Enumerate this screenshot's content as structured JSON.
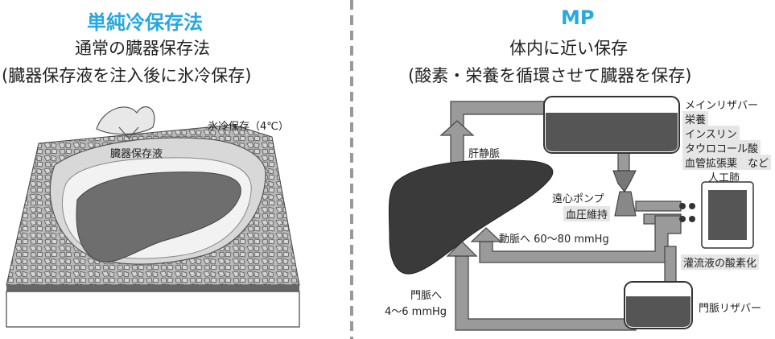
{
  "left_panel": {
    "title": "単純冷保存法",
    "subtitle1": "通常の臓器保存法",
    "subtitle2": "(臓器保存液を注入後に氷冷保存)",
    "ice_label": "氷冷保存（4℃）",
    "solution_label": "臓器保存液"
  },
  "right_panel": {
    "title": "MP",
    "subtitle1": "体内に近い保存",
    "subtitle2": "(酸素・栄養を循環させて臓器を保存)",
    "hepatic_vein": "肝静脈",
    "main_reservoir": "メインリザバー",
    "nutrients": [
      "栄養",
      "インスリン",
      "タウロコール酸",
      "血管拡張薬　など"
    ],
    "artificial_lung": "人工肺",
    "centrifugal_pump": "遠心ポンプ",
    "pressure_maintenance": "血圧維持",
    "artery_pressure": "動脈へ 60〜80 mmHg",
    "perfusion_oxygenation": "灌流液の酸素化",
    "portal_vein_to": "門脈へ",
    "portal_pressure": "4〜6 mmHg",
    "portal_reservoir": "門脈リザバー"
  },
  "colors": {
    "accent": "#29a8e0",
    "divider": "#999999",
    "pipe": "#8a8a8a",
    "liver": "#3a3a3a",
    "label_bg": "#e6e6e6"
  }
}
